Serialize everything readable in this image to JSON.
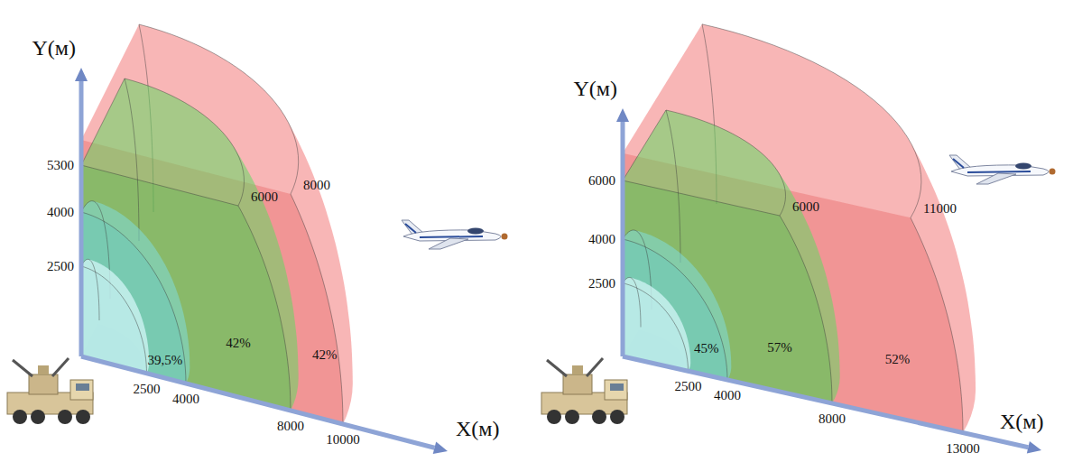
{
  "diagram": {
    "labels": [
      "Y(м)",
      "5300",
      "4000",
      "2500",
      "39,5%",
      "42%",
      "6000",
      "8000",
      "42%",
      "2500",
      "4000",
      "8000",
      "10000",
      "X(м)",
      "Y(м)",
      "6000",
      "4000",
      "2500",
      "45%",
      "57%",
      "6000",
      "11000",
      "52%",
      "2500",
      "4000",
      "8000",
      "13000",
      "X(м)"
    ]
  }
}
